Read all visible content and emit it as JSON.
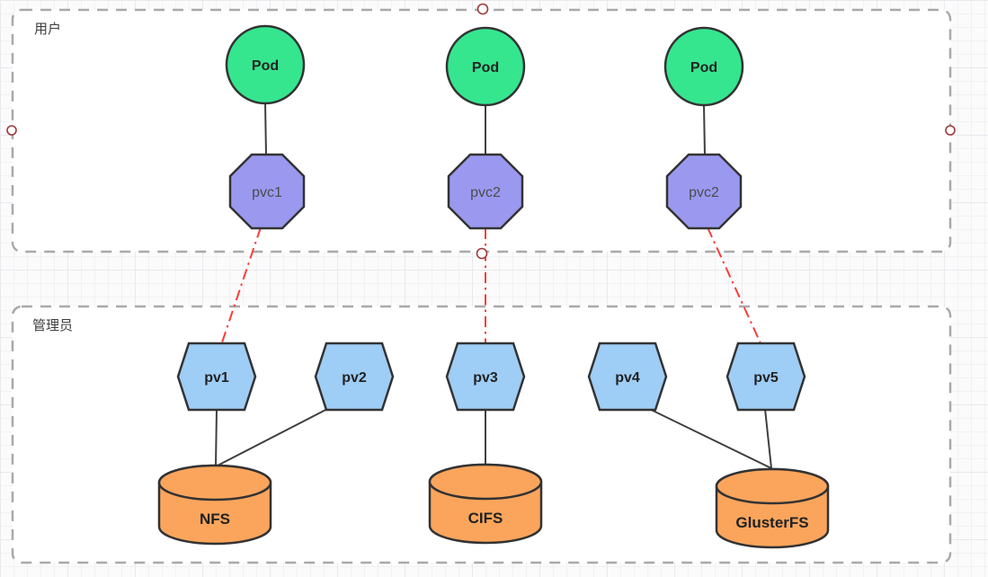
{
  "zones": [
    {
      "label": "用户"
    },
    {
      "label": "管理员"
    }
  ],
  "nodes": {
    "pods": [
      {
        "label": "Pod"
      },
      {
        "label": "Pod"
      },
      {
        "label": "Pod"
      }
    ],
    "pvcs": [
      {
        "label": "pvc1"
      },
      {
        "label": "pvc2"
      },
      {
        "label": "pvc2"
      }
    ],
    "pvs": [
      {
        "label": "pv1"
      },
      {
        "label": "pv2"
      },
      {
        "label": "pv3"
      },
      {
        "label": "pv4"
      },
      {
        "label": "pv5"
      }
    ],
    "storage": [
      {
        "label": "NFS"
      },
      {
        "label": "CIFS"
      },
      {
        "label": "GlusterFS"
      }
    ]
  },
  "edges": {
    "solid_bindings": [
      {
        "from": "Pod-1",
        "to": "pvc1"
      },
      {
        "from": "Pod-2",
        "to": "pvc2"
      },
      {
        "from": "Pod-3",
        "to": "pvc2"
      },
      {
        "from": "pv1",
        "to": "NFS"
      },
      {
        "from": "pv2",
        "to": "NFS"
      },
      {
        "from": "pv3",
        "to": "CIFS"
      },
      {
        "from": "pv4",
        "to": "GlusterFS"
      },
      {
        "from": "pv5",
        "to": "GlusterFS"
      }
    ],
    "red_dashdot_claims": [
      {
        "from": "pvc1",
        "to": "pv1"
      },
      {
        "from": "pvc2",
        "to": "pv3"
      },
      {
        "from": "pvc2",
        "to": "pv5"
      }
    ]
  },
  "colors": {
    "pod_fill": "#35e68f",
    "pvc_fill": "#9b99ef",
    "pv_fill": "#9ecdf6",
    "storage_fill": "#fba55c",
    "shape_stroke": "#333333",
    "edge": "#3f3f3f",
    "claim_edge": "#fb3b3b",
    "zone_border": "#a9a9a9",
    "anchor": "#9e3a3a"
  }
}
